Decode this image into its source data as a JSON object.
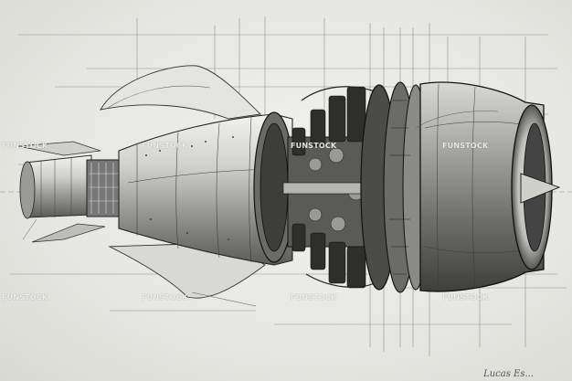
{
  "image": {
    "subject": "jet-engine-technical-drawing",
    "palette": {
      "paper": "#e9e9e6",
      "ink": "#2b2b2b",
      "shade": "#8a8a86"
    }
  },
  "watermarks": {
    "text": "FUNSTOCK"
  },
  "signature": {
    "text": "Lucas Es..."
  }
}
